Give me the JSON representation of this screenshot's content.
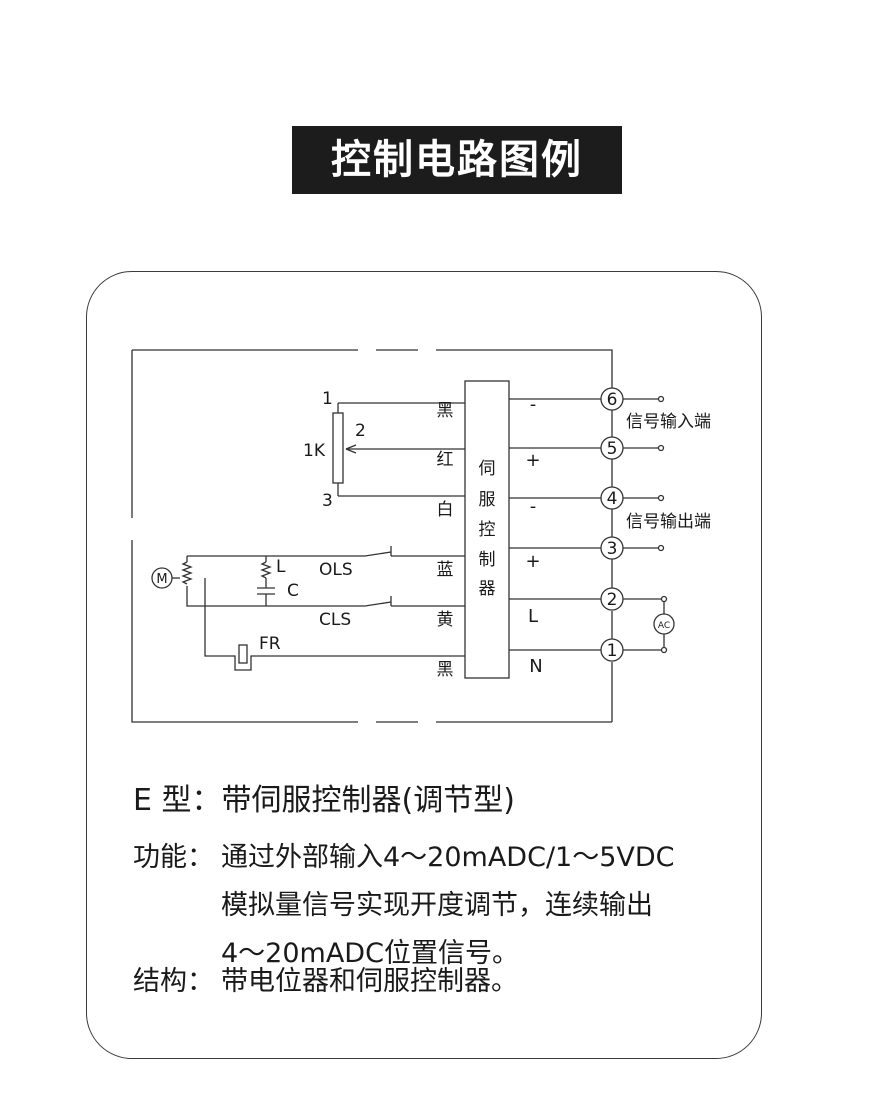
{
  "title": "控制电路图例",
  "diagram": {
    "controller_chars": [
      "伺",
      "服",
      "控",
      "制",
      "器"
    ],
    "wire_colors": [
      "黑",
      "红",
      "白",
      "蓝",
      "黄",
      "黑"
    ],
    "signs": [
      "-",
      "+",
      "-",
      "+",
      "L",
      "N"
    ],
    "terminals": [
      "6",
      "5",
      "4",
      "3",
      "2",
      "1"
    ],
    "signal_input_label": "信号输入端",
    "signal_output_label": "信号输出端",
    "ac_label": "AC",
    "pot": {
      "pin1": "1",
      "pin2": "2",
      "pin3": "3",
      "value": "1K"
    },
    "motor_label": "M",
    "inductor_label": "L",
    "capacitor_label": "C",
    "ols_label": "OLS",
    "cls_label": "CLS",
    "fr_label": "FR"
  },
  "heading": "E 型：带伺服控制器(调节型)",
  "function": {
    "label": "功能：",
    "lines": [
      "通过外部输入4～20mADC/1～5VDC",
      "模拟量信号实现开度调节，连续输出",
      "4～20mADC位置信号。"
    ]
  },
  "structure": {
    "label": "结构：",
    "text": "带电位器和伺服控制器。"
  }
}
